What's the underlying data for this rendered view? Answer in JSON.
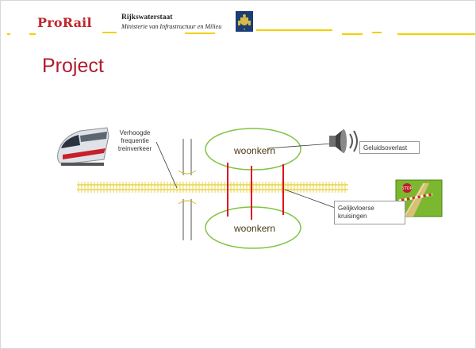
{
  "header": {
    "brand": "ProRail",
    "ministry_line1": "Rijkswaterstaat",
    "ministry_line2": "Ministerie van Infrastructuur en Milieu"
  },
  "slide": {
    "title": "Project"
  },
  "diagram": {
    "train_label": "Verhoogde frequentie treinverkeer",
    "residential_top": "woonkern",
    "residential_bottom": "woonkern",
    "noise_label": "Geluidsoverlast",
    "crossing_label": "Gelijkvloerse kruisingen"
  },
  "colors": {
    "brand_red": "#c0262d",
    "title_red": "#b01c2e",
    "accent_yellow": "#f2d000",
    "track_yellow": "#e8d44a",
    "ellipse_green": "#7fc441",
    "crossing_red": "#e01020"
  },
  "icons": [
    "train-icon",
    "speaker-icon",
    "level-crossing-icon",
    "crest-icon"
  ]
}
